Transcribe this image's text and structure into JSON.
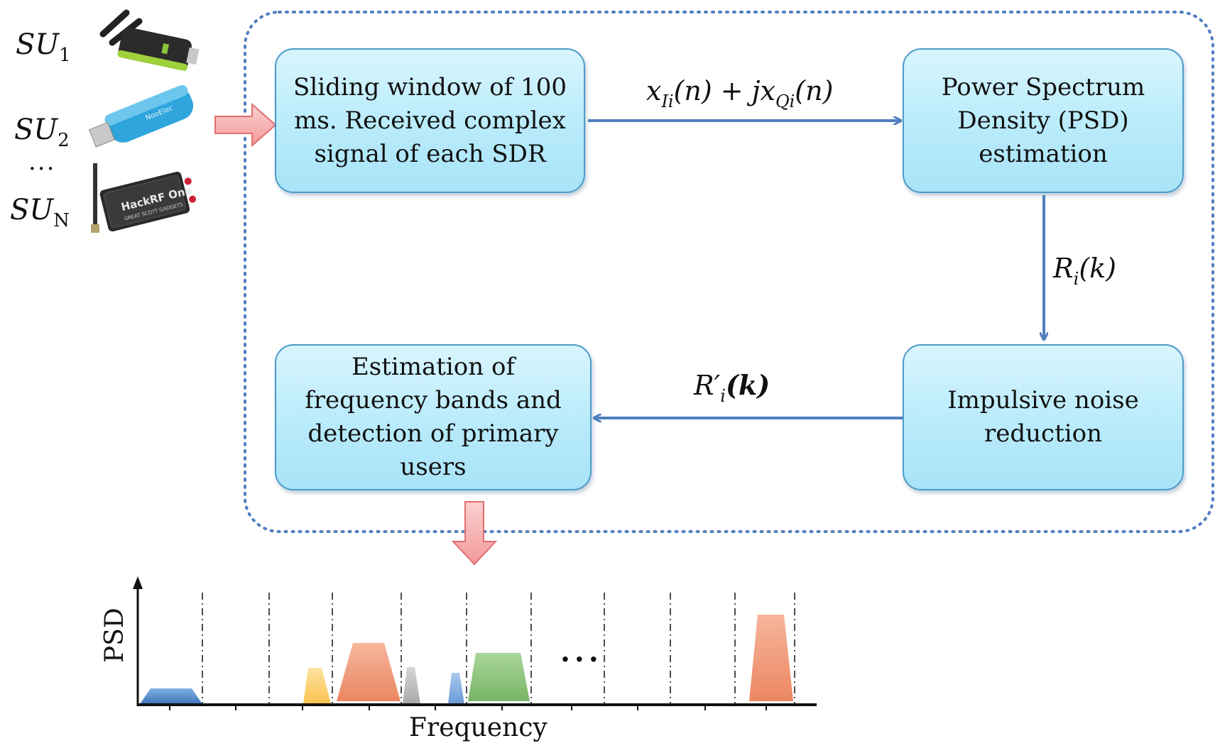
{
  "secondary_users": [
    {
      "base": "SU",
      "sub": "1",
      "device_icon": "usb-sdr-dongle-with-antennas-icon"
    },
    {
      "base": "SU",
      "sub": "2",
      "device_icon": "blue-usb-sdr-stick-icon"
    },
    {
      "base": "SU",
      "sub": "N",
      "device_icon": "hackrf-one-sdr-icon"
    }
  ],
  "su_ellipsis": "...",
  "blocks": {
    "sliding_window": "Sliding window of 100 ms. Received complex signal of each SDR",
    "psd_estimation": "Power Spectrum Density (PSD) estimation",
    "impulsive_noise": "Impulsive noise reduction",
    "band_estimation": "Estimation of frequency bands and detection of primary users"
  },
  "signals": {
    "complex_signal": {
      "x": "x",
      "xsub": "Ii",
      "n1": "(n) + j",
      "x2": "x",
      "x2sub": "Qi",
      "n2": "(n)"
    },
    "psd": {
      "R": "R",
      "sub": "i",
      "arg": "(k)"
    },
    "psd_clean": {
      "R": "R′",
      "sub": "i",
      "arg": "(k)"
    }
  },
  "spectrum_plot": {
    "ylabel": "PSD",
    "xlabel": "Frequency",
    "ellipsis": "..."
  },
  "colors": {
    "block_border": "#4a9bc9",
    "block_fill": "#b8ebfb",
    "arrow": "#4f7fbf",
    "input_arrow": "#f08b8b",
    "dotted_frame": "#4f7fbf",
    "band_blue": "#4f86c6",
    "band_yellow": "#fdd17a",
    "band_orange": "#f0987a",
    "band_gray": "#bdbdbd",
    "band_green": "#8cc37a"
  }
}
